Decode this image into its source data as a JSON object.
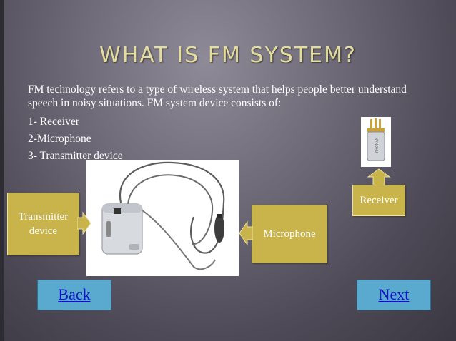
{
  "slide": {
    "title": "WHAT IS FM SYSTEM?",
    "paragraph": "FM technology refers to a type of wireless system that helps people better understand speech in noisy situations. FM system device consists of:",
    "list": [
      "1- Receiver",
      "2-Microphone",
      "3- Transmitter device"
    ]
  },
  "callouts": {
    "transmitter_line1": "Transmitter",
    "transmitter_line2": "device",
    "microphone": "Microphone",
    "receiver": "Receiver"
  },
  "images": {
    "receiver_brand": "PHONAK"
  },
  "nav": {
    "back_label": "Back",
    "next_label": "Next"
  },
  "colors": {
    "title": "#e4dd9c",
    "callout": "#c8b44a",
    "button": "#5aa9cf",
    "link": "#1010c8"
  }
}
